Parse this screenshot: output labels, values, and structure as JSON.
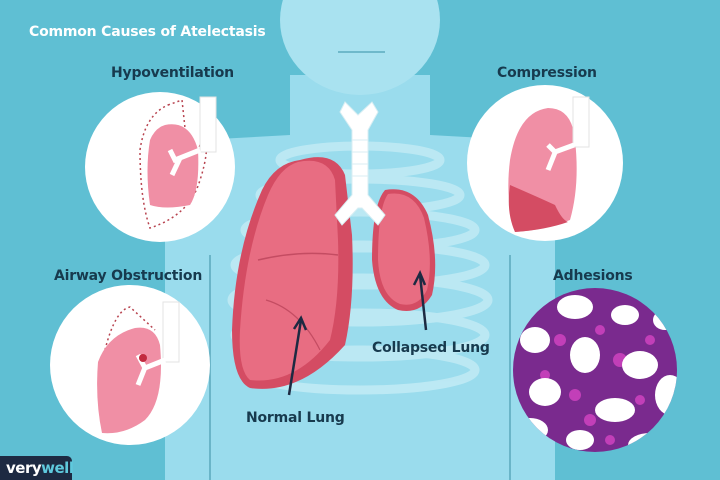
{
  "title": "Common Causes of Atelectasis",
  "causes": [
    {
      "label": "Hypoventilation",
      "position": "top-left"
    },
    {
      "label": "Compression",
      "position": "top-right"
    },
    {
      "label": "Airway Obstruction",
      "position": "bottom-left"
    },
    {
      "label": "Adhesions",
      "position": "bottom-right"
    }
  ],
  "center": {
    "normal_lung_label": "Normal Lung",
    "collapsed_lung_label": "Collapsed Lung"
  },
  "brand": {
    "prefix": "very",
    "suffix": "well"
  },
  "colors": {
    "background": "#5fbfd3",
    "body": "#9adced",
    "lung": "#e2677a",
    "lung_light": "#f08fa5",
    "label_text": "#173a4e",
    "adhesion_purple": "#7a2a8e",
    "adhesion_magenta": "#c23fb8"
  }
}
